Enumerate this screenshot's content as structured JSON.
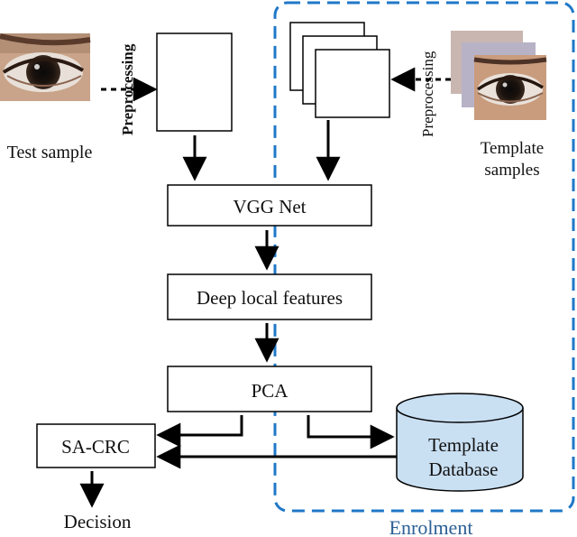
{
  "diagram": {
    "test_sample_label": "Test sample",
    "test_preprocessing_label": "Preprocessing",
    "template_preprocessing_label": "Preprocessing",
    "template_samples_label_line1": "Template",
    "template_samples_label_line2": "samples",
    "vgg_label": "VGG Net",
    "deep_features_label": "Deep local features",
    "pca_label": "PCA",
    "sacrc_label": "SA-CRC",
    "database_label_line1": "Template",
    "database_label_line2": "Database",
    "decision_label": "Decision",
    "enrolment_label": "Enrolment"
  },
  "colors": {
    "enrolment_border": "#1f78c8",
    "enrolment_text": "#2a5f95",
    "database_fill": "#c9dff2",
    "stroke": "#000000"
  }
}
